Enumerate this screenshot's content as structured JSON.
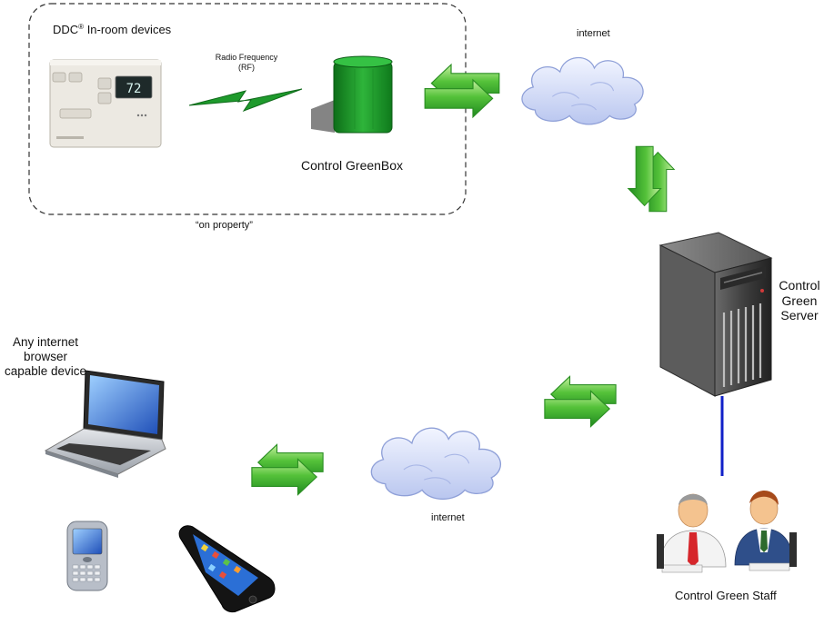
{
  "diagram": {
    "on_property_group": {
      "title_main": "DDC",
      "title_mark": "®",
      "title_rest": " In-room devices",
      "footer": "“on property”"
    },
    "radio_link": {
      "line1": "Radio Frequency",
      "line2": "(RF)"
    },
    "thermostat": {
      "display_value": "72"
    },
    "greenbox": {
      "label": "Control GreenBox"
    },
    "internet_top": {
      "label": "internet"
    },
    "internet_bottom": {
      "label": "internet"
    },
    "server": {
      "line1": "Control",
      "line2": "Green",
      "line3": "Server"
    },
    "staff": {
      "label": "Control Green Staff"
    },
    "clients": {
      "line1": "Any internet",
      "line2": "browser",
      "line3": "capable device"
    }
  },
  "colors": {
    "arrow_green": "#3eb536",
    "greenbox_green": "#1f9a2a",
    "server_dark": "#3a3a3a",
    "cable_blue": "#1020c8",
    "cloud_blue": "#c9d3f3"
  }
}
